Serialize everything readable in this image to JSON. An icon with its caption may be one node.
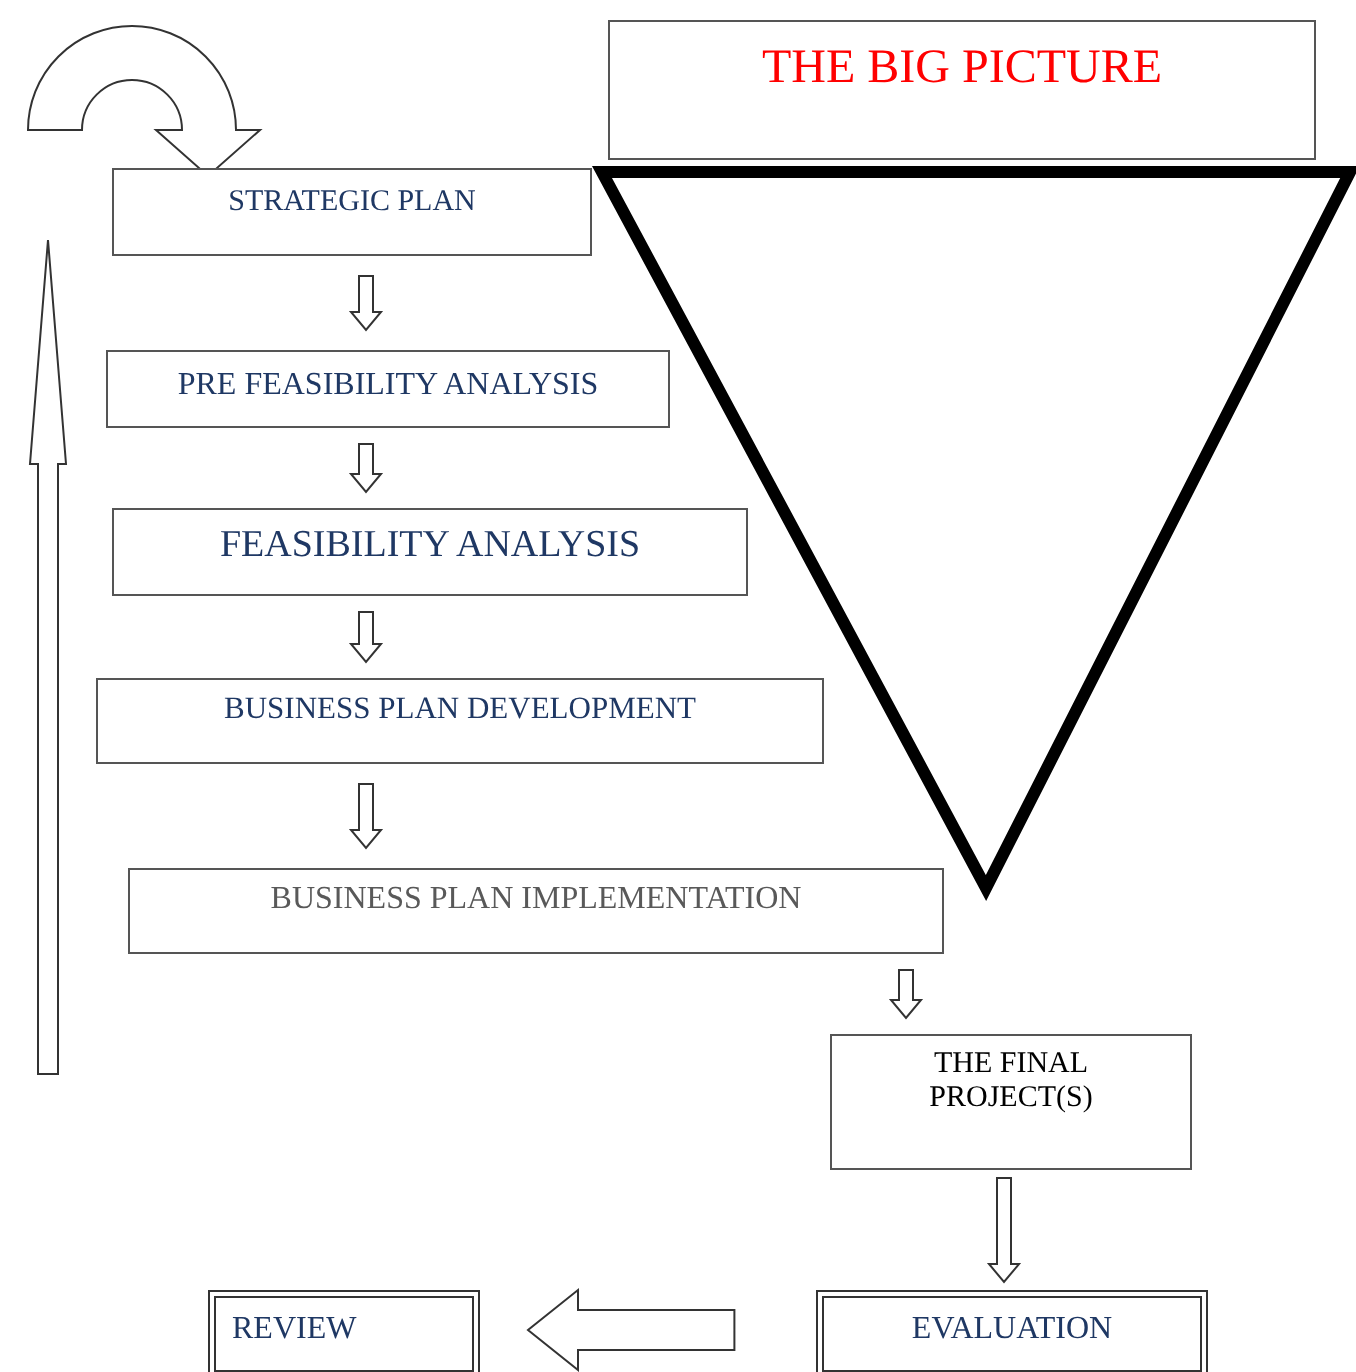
{
  "diagram": {
    "nodes": [
      {
        "text": [
          "THE BIG PICTURE"
        ]
      },
      {
        "text": [
          "STRATEGIC PLAN"
        ]
      },
      {
        "text": [
          "PRE FEASIBILITY ANALYSIS"
        ]
      },
      {
        "text": [
          "FEASIBILITY ANALYSIS"
        ]
      },
      {
        "text": [
          "BUSINESS PLAN DEVELOPMENT"
        ]
      },
      {
        "text": [
          "BUSINESS PLAN IMPLEMENTATION"
        ]
      },
      {
        "text": [
          "THE FINAL PROJECT(S)"
        ]
      },
      {
        "text": [
          "EVALUATION"
        ]
      },
      {
        "text": [
          "REVIEW"
        ]
      }
    ],
    "edges": [
      {
        "from": null,
        "to": 1,
        "arrow": "to"
      },
      {
        "from": 1,
        "to": 2,
        "arrow": "to"
      },
      {
        "from": 2,
        "to": 3,
        "arrow": "to"
      },
      {
        "from": 3,
        "to": 4,
        "arrow": "to"
      },
      {
        "from": 4,
        "to": 5,
        "arrow": "to"
      },
      {
        "from": 5,
        "to": 6,
        "arrow": "to"
      },
      {
        "from": 6,
        "to": 7,
        "arrow": "to"
      },
      {
        "from": 7,
        "to": 8,
        "arrow": "to"
      }
    ]
  }
}
